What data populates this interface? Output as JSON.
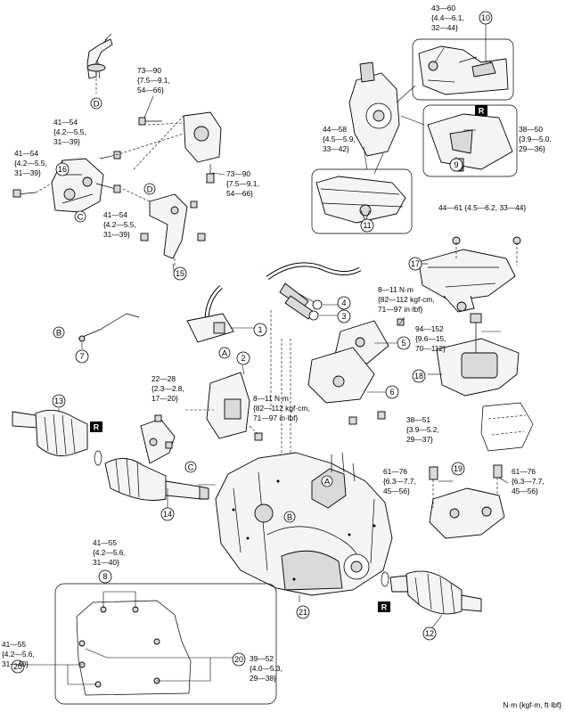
{
  "torques": {
    "t1": [
      "43—60",
      "{4.4—6.1,",
      "32—44}"
    ],
    "t2": [
      "73—90",
      "{7.5—9.1,",
      "54—66}"
    ],
    "t3": [
      "44—58",
      "{4.5—5.9,",
      "33—42}"
    ],
    "t4": [
      "38—50",
      "{3.9—5.0,",
      "29—36}"
    ],
    "t5": [
      "41—54",
      "{4.2—5.5,",
      "31—39}"
    ],
    "t6": [
      "41—54",
      "{4.2—5.5,",
      "31—39}"
    ],
    "t7": [
      "73—90",
      "{7.5—9.1,",
      "54—66}"
    ],
    "t8": [
      "41—54",
      "{4.2—5.5,",
      "31—39}"
    ],
    "t9": [
      "44—61 {4.5—6.2, 33—44}"
    ],
    "t10": [
      "8—11 N·m",
      "{82—112 kgf·cm,",
      "71—97 in·lbf}"
    ],
    "t11": [
      "94—152",
      "{9.6—15,",
      "70—112}"
    ],
    "t12": [
      "22—28",
      "{2.3—2.8,",
      "17—20}"
    ],
    "t13": [
      "8—11 N·m",
      "{82—112 kgf·cm,",
      "71—97 in·lbf}"
    ],
    "t14": [
      "38—51",
      "{3.9—5.2,",
      "29—37}"
    ],
    "t15": [
      "61—76",
      "{6.3—7.7,",
      "45—56}"
    ],
    "t16": [
      "61—76",
      "{6.3—7.7,",
      "45—56}"
    ],
    "t17": [
      "41—55",
      "{4.2—5.6,",
      "31—40}"
    ],
    "t18": [
      "41—55",
      "{4.2—5.6,",
      "31—40}"
    ],
    "t19": [
      "39—52",
      "{4.0—5.3,",
      "29—38}"
    ]
  },
  "callouts": {
    "c1": "1",
    "c2": "2",
    "c3": "3",
    "c4": "4",
    "c5": "5",
    "c6": "6",
    "c7": "7",
    "c8": "8",
    "c9": "9",
    "c10": "10",
    "c11": "11",
    "c12": "12",
    "c13": "13",
    "c14": "14",
    "c15": "15",
    "c16": "16",
    "c17": "17",
    "c18": "18",
    "c19": "19",
    "c20a": "20",
    "c20b": "20",
    "c21": "21"
  },
  "letters": {
    "a1": "A",
    "a2": "A",
    "b1": "B",
    "b2": "B",
    "c1": "C",
    "c2": "C",
    "d1": "D",
    "d2": "D"
  },
  "replace_mark": "R",
  "units_note": "N·m {kgf·m, ft·lbf}"
}
